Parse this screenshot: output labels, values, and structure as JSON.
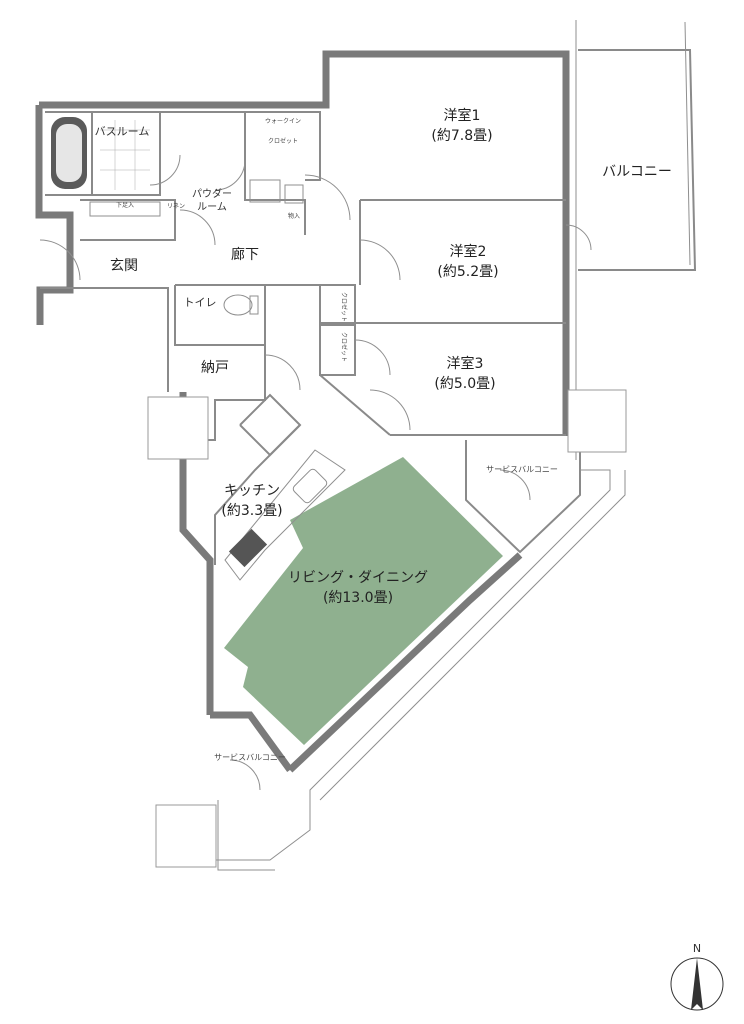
{
  "rooms": {
    "western1": {
      "name": "洋室1",
      "size": "(約7.8畳)"
    },
    "western2": {
      "name": "洋室2",
      "size": "(約5.2畳)"
    },
    "western3": {
      "name": "洋室3",
      "size": "(約5.0畳)"
    },
    "balcony": "バルコニー",
    "bathroom": "バスルーム",
    "walkin_line1": "ウォークイン",
    "walkin_line2": "クロゼット",
    "powder_line1": "パウダー",
    "powder_line2": "ルーム",
    "hallway": "廊下",
    "entrance": "玄関",
    "toilet": "トイレ",
    "storage": "納戸",
    "kitchen": {
      "name": "キッチン",
      "size": "(約3.3畳)"
    },
    "living": {
      "name": "リビング・ダイニング",
      "size": "(約13.0畳)"
    },
    "service_balcony_1": "サービスバルコニー",
    "service_balcony_2": "サービスバルコニー"
  },
  "small_labels": {
    "closet_1": "クロゼット",
    "closet_2": "クロゼット",
    "shoe_box": "下足入",
    "linen": "リネン",
    "storage_in": "物入"
  },
  "compass": {
    "label": "N"
  },
  "colors": {
    "living_fill": "#8fb08f",
    "wall": "#7a7a7a"
  }
}
